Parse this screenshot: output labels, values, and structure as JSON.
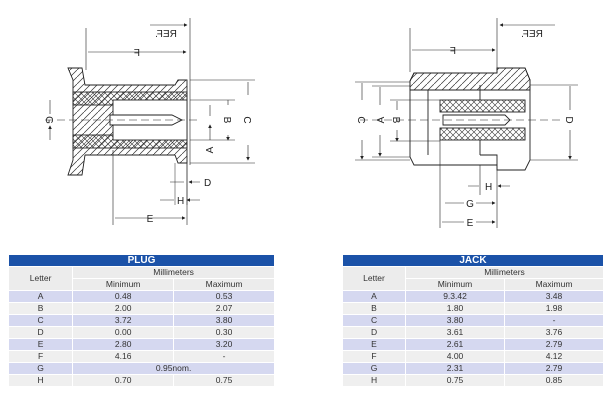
{
  "drawings": {
    "plug": {
      "ref": "REF.",
      "labels": {
        "F": "F",
        "A": "A",
        "B": "B",
        "C": "C",
        "D": "D",
        "E": "E",
        "G": "G",
        "H": "H"
      }
    },
    "jack": {
      "ref": "REF.",
      "labels": {
        "F": "F",
        "A": "A",
        "B": "B",
        "C": "C",
        "D": "D",
        "E": "E",
        "G": "G",
        "H": "H"
      }
    }
  },
  "tables": {
    "plug": {
      "title": "PLUG",
      "letter_header": "Letter",
      "units_header": "Millimeters",
      "min_header": "Minimum",
      "max_header": "Maximum",
      "rows": [
        [
          "A",
          "0.48",
          "0.53"
        ],
        [
          "B",
          "2.00",
          "2.07"
        ],
        [
          "C",
          "3.72",
          "3.80"
        ],
        [
          "D",
          "0.00",
          "0.30"
        ],
        [
          "E",
          "2.80",
          "3.20"
        ],
        [
          "F",
          "4.16",
          "-"
        ],
        [
          "G",
          "0.95nom.",
          null
        ],
        [
          "H",
          "0.70",
          "0.75"
        ]
      ]
    },
    "jack": {
      "title": "JACK",
      "letter_header": "Letter",
      "units_header": "Millimeters",
      "min_header": "Minimum",
      "max_header": "Maximum",
      "rows": [
        [
          "A",
          "9.3.42",
          "3.48"
        ],
        [
          "B",
          "1.80",
          "1.98"
        ],
        [
          "C",
          "3.80",
          "-"
        ],
        [
          "D",
          "3.61",
          "3.76"
        ],
        [
          "E",
          "2.61",
          "2.79"
        ],
        [
          "F",
          "4.00",
          "4.12"
        ],
        [
          "G",
          "2.31",
          "2.79"
        ],
        [
          "H",
          "0.75",
          "0.85"
        ]
      ]
    }
  }
}
